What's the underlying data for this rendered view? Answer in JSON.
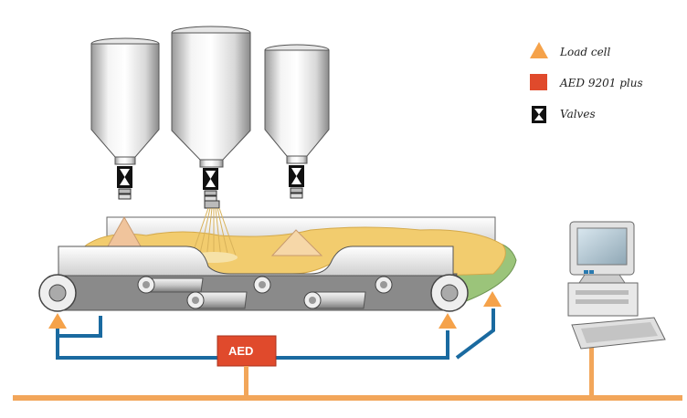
{
  "legend": {
    "load_cell": "Load cell",
    "aed": "AED 9201 plus",
    "valves": "Valves"
  },
  "aed_box_label": "AED",
  "colors": {
    "load_cell": "#f5a24a",
    "aed": "#e04a2c",
    "bus": "#f2a65a",
    "wire": "#1a6aa0",
    "material": "#f2cc6e",
    "belt_green": "#9bc47a"
  },
  "icons": [
    "load-cell-icon",
    "aed-module-icon",
    "valve-icon",
    "computer-icon",
    "keyboard-icon"
  ]
}
